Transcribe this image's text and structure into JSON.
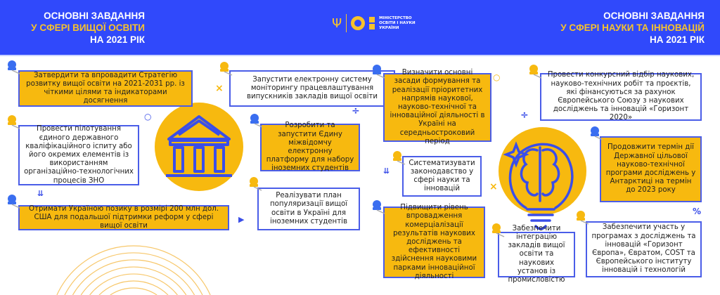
{
  "header": {
    "left_title": {
      "line1": "ОСНОВНІ ЗАВДАННЯ",
      "line2": "У СФЕРІ ВИЩОЇ ОСВІТИ",
      "line3": "НА 2021 РІК"
    },
    "right_title": {
      "line1": "ОСНОВНІ ЗАВДАННЯ",
      "line2": "У СФЕРІ НАУКИ ТА ІННОВАЦІЙ",
      "line3": "НА 2021 РІК"
    },
    "logo": {
      "line1": "МІНІСТЕРСТВО",
      "line2": "ОСВІТИ І НАУКИ",
      "line3": "УКРАЇНИ"
    }
  },
  "colors": {
    "blue": "#3049fb",
    "yellow": "#f7b90f",
    "border": "#4a5de8"
  },
  "higher_education_tasks": [
    "Затвердити та впровадити Стратегію розвитку вищої освіти на 2021-2031 рр. із чіткими цілями та індикаторами досягнення",
    "Запустити електронну систему моніторингу працевлаштування випускників закладів вищої освіти",
    "Провести пілотування єдиного державного кваліфікаційного іспиту або його окремих елементів із використанням організаційно-технологічних процесів ЗНО",
    "Розробити та запустити Єдину міжвідомчу електронну платформу для набору іноземних студентів",
    "Отримати Україною позику в розмірі 200 млн дол. США для подальшої підтримки реформ у сфері вищої освіти",
    "Реалізувати план популяризації вищої освіти в Україні для іноземних студентів"
  ],
  "science_tasks": [
    "Визначити основні засади формування та реалізації пріоритетних напрямів наукової, науково-технічної та інноваційної  діяльності в Україні на середньостроковий період",
    "Провести конкурсний відбір наукових, науково-технічних робіт та проєктів, які фінансуються за рахунок Європейського Союзу з наукових досліджень та інновацій «Горизонт 2020»",
    "Систематизувати законодавство у сфері науки та інновацій",
    "Продовжити термін дії Державної цільової науково-технічної програми досліджень у Антарктиці на термін до 2023 року",
    "Підвищити рівень впровадження комерціалізації результатів наукових досліджень та ефективності здійснення науковими парками інноваційної діяльності",
    "Забезпечити інтеграцію закладів вищої освіти та наукових установ із промисловістю",
    "Забезпечити участь у програмах з досліджень та інновацій «Горизонт Європа», Євратом, COST та Європейського інституту інновацій і технологій"
  ]
}
